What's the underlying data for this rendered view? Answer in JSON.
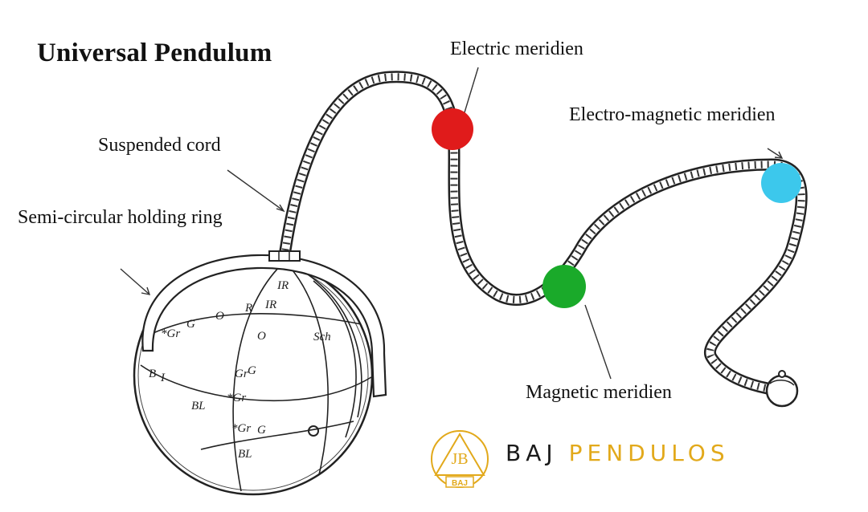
{
  "title": "Universal Pendulum",
  "labels": {
    "suspended_cord": "Suspended cord",
    "holding_ring": "Semi-circular holding ring",
    "electric": "Electric meridien",
    "electro_magnetic": "Electro-magnetic meridien",
    "magnetic": "Magnetic meridien"
  },
  "markers": {
    "electric_color": "#e01b1b",
    "electro_magnetic_color": "#3cc8ec",
    "magnetic_color": "#1aaa2a"
  },
  "sphere_marks": [
    "Gr",
    "G",
    "O",
    "R",
    "IR",
    "IR",
    "Sch",
    "O",
    "Gr",
    "G",
    "Gr",
    "BL",
    "Gr",
    "G",
    "BL",
    "I",
    "B"
  ],
  "logo": {
    "monogram": "JB",
    "seal_text": "BAJ",
    "brand_part1": "BAJ",
    "brand_part2": "PENDULOS",
    "gold": "#e2a91b"
  }
}
